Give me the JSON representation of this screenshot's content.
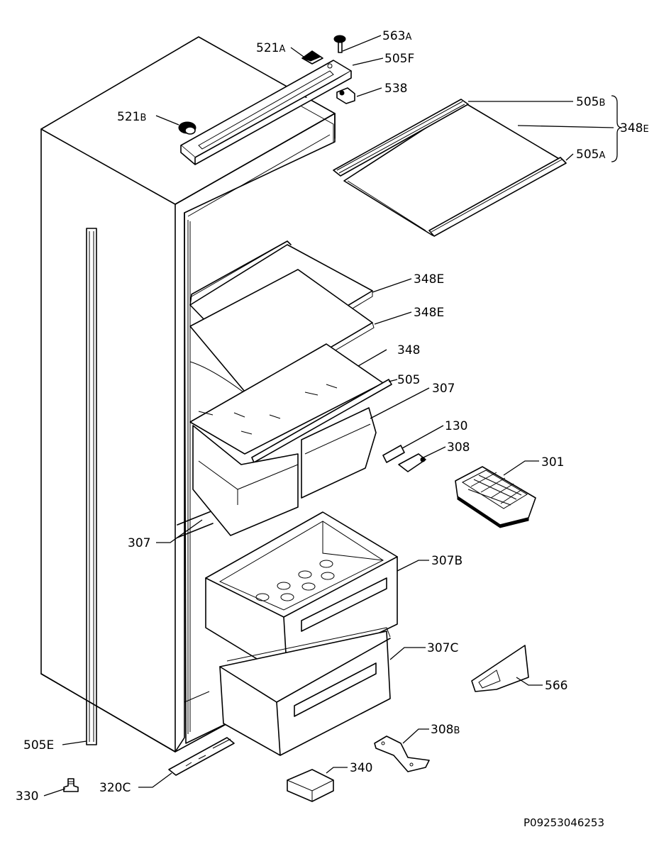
{
  "labels": {
    "p563a": "563",
    "p563a_s": "A",
    "p521a": "521",
    "p521a_s": "A",
    "p505f": "505F",
    "p538": "538",
    "p521b": "521",
    "p521b_s": "B",
    "p505b": "505",
    "p505b_s": "B",
    "p348e_top": "348",
    "p348e_top_s": "E",
    "p505a": "505",
    "p505a_s": "A",
    "p348e_1": "348E",
    "p348e_2": "348E",
    "p348": "348",
    "p505": "505",
    "p307_top": "307",
    "p130": "130",
    "p308": "308",
    "p301": "301",
    "p307_left": "307",
    "p307b": "307B",
    "p307c": "307C",
    "p566": "566",
    "p308b": "308",
    "p308b_s": "B",
    "p340": "340",
    "p505e": "505E",
    "p330": "330",
    "p320c": "320C"
  },
  "reference": "P09253046253"
}
